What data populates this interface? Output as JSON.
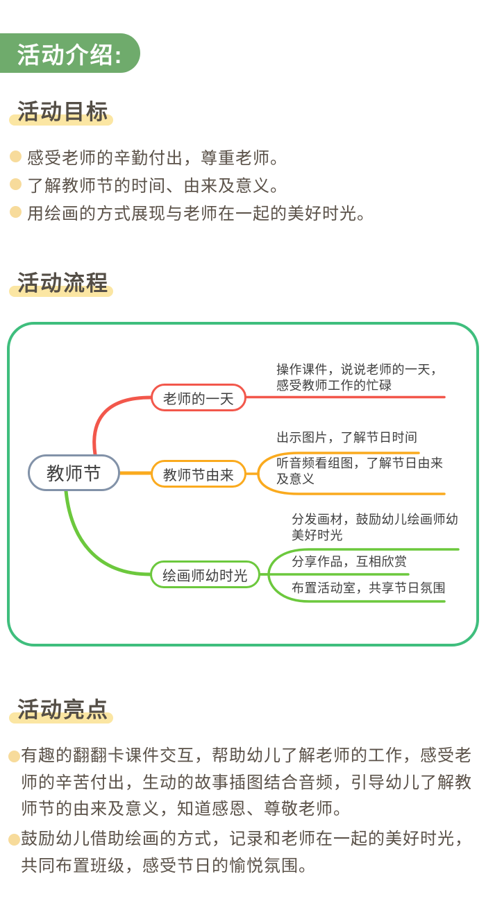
{
  "badge": {
    "label": "活动介绍:"
  },
  "colors": {
    "badge_green": "#6FAB6C",
    "highlight_yellow": "#FBE6A3",
    "bullet_yellow": "#F7DB9B",
    "map_border_green": "#3FBE7D",
    "branch_red": "#F2574B",
    "branch_amber": "#FAAA1E",
    "branch_green": "#6CC83D",
    "root_border": "#8292A8",
    "heading_text": "#544E46",
    "body_text": "#5A5148"
  },
  "goals": {
    "heading": "活动目标",
    "items": [
      "感受老师的辛勤付出，尊重老师。",
      "了解教师节的时间、由来及意义。",
      "用绘画的方式展现与老师在一起的美好时光。"
    ]
  },
  "process": {
    "heading": "活动流程",
    "mindmap": {
      "root": "教师节",
      "branches": [
        {
          "label": "老师的一天",
          "color": "#F2574B",
          "leaves": [
            "操作课件，说说老师的一天，感受教师工作的忙碌"
          ]
        },
        {
          "label": "教师节由来",
          "color": "#FAAA1E",
          "leaves": [
            "出示图片，了解节日时间",
            "听音频看组图，了解节日由来及意义"
          ]
        },
        {
          "label": "绘画师幼时光",
          "color": "#6CC83D",
          "leaves": [
            "分发画材，鼓励幼儿绘画师幼美好时光",
            "分享作品，互相欣赏",
            "布置活动室，共享节日氛围"
          ]
        }
      ]
    }
  },
  "highlights": {
    "heading": "活动亮点",
    "items": [
      "有趣的翻翻卡课件交互，帮助幼儿了解老师的工作，感受老师的辛苦付出，生动的故事插图结合音频，引导幼儿了解教师节的由来及意义，知道感恩、尊敬老师。",
      "鼓励幼儿借助绘画的方式，记录和老师在一起的美好时光，共同布置班级，感受节日的愉悦氛围。"
    ]
  }
}
